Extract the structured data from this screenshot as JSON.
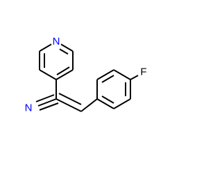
{
  "molecule": {
    "atoms": {
      "pyridine_n": {
        "symbol": "N",
        "color": "#0000ff"
      },
      "nitrile_n": {
        "symbol": "N",
        "color": "#0000ff"
      },
      "fluorine": {
        "symbol": "F",
        "color": "#000000"
      }
    },
    "bond_color": "#000000"
  }
}
